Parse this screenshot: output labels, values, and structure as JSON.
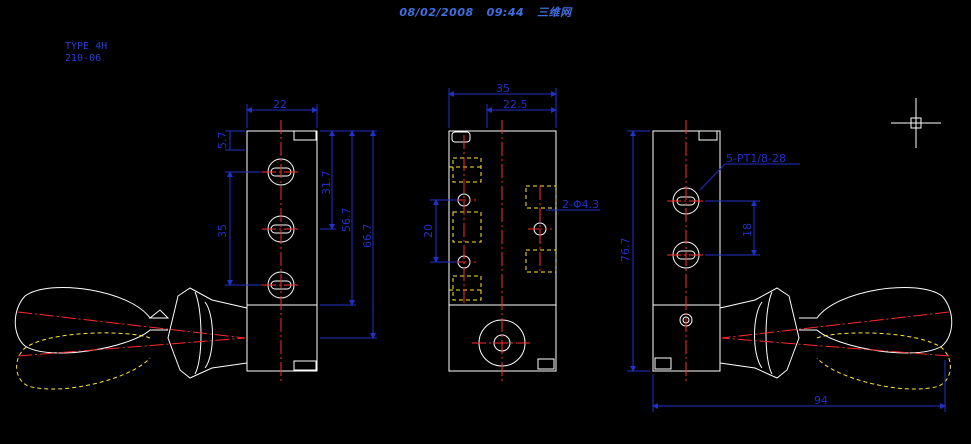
{
  "header": {
    "date": "08/02/2008",
    "time": "09:44",
    "author": "三维网"
  },
  "type_block": {
    "line1": "TYPE 4H",
    "line2": "210-06"
  },
  "dimensions": {
    "left_width": "22",
    "left_top": "5.7",
    "left_31": "31.7",
    "left_56": "56.7",
    "left_66": "66.7",
    "left_pitch": "35",
    "mid_width": "35",
    "mid_width2": "22.5",
    "mid_hole": "2-Φ4.3",
    "mid_pitch": "20",
    "right_port": "5-PT1/8-28",
    "right_pitch": "18",
    "right_height": "76.7",
    "right_length": "94"
  },
  "colors": {
    "outline": "#ffffff",
    "dimension": "#2230c8",
    "center": "#ff2a2a",
    "hidden": "#ffe833",
    "header": "#3f6fe0"
  }
}
